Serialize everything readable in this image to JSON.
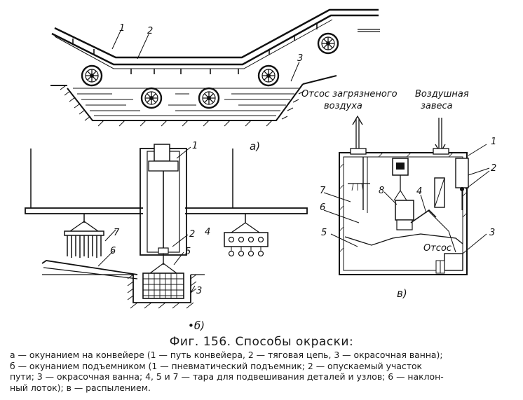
{
  "figure": {
    "panel_a": {
      "tag": "а)",
      "labels": {
        "l1": "1",
        "l2": "2",
        "l3": "3"
      }
    },
    "panel_b": {
      "tag": "•б)",
      "labels": {
        "l1": "1",
        "l2": "2",
        "l3": "3",
        "l4": "4",
        "l5": "5",
        "l6": "6",
        "l7": "7"
      }
    },
    "panel_c": {
      "tag": "в)",
      "exhaust_label_line1": "Отсос загрязненого",
      "exhaust_label_line2": "воздуха",
      "curtain_label_line1": "Воздушная",
      "curtain_label_line2": "завеса",
      "suction_label": "Отсос",
      "labels": {
        "l1": "1",
        "l2": "2",
        "l3": "3",
        "l4": "4",
        "l5": "5",
        "l6": "6",
        "l7": "7",
        "l8": "8"
      }
    }
  },
  "caption": {
    "title": "Фиг. 156. Способы окраски:",
    "line1": "а — окунанием на конвейере (1 — путь конвейера, 2 — тяговая цепь, 3 — окрасочная ванна);",
    "line2": "б — окунанием подъемником (1 — пневматический подъемник; 2 — опускаемый участок",
    "line3": "пути; 3 — окрасочная ванна; 4, 5 и 7 — тара для подвешивания деталей и узлов; 6 — наклон-",
    "line4": "ный лоток); в — распылением."
  }
}
